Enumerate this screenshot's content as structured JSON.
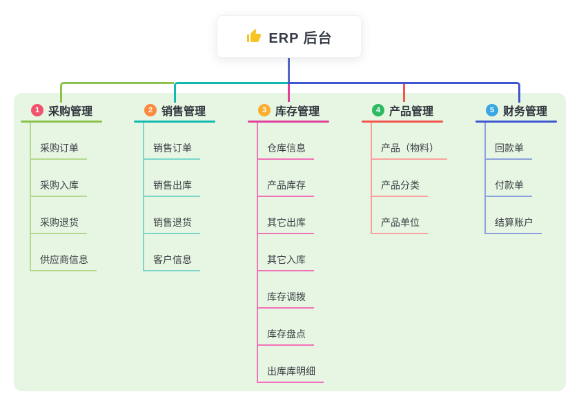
{
  "root_node": {
    "icon": "thumbs-up-icon",
    "icon_color": "#f7c325",
    "title": "ERP 后台"
  },
  "panel": {
    "background": "#e6f6e3"
  },
  "connectors": {
    "trunk_color": "#5566c6"
  },
  "branches": [
    {
      "index": "1",
      "label": "采购管理",
      "badge_color": "#f0526e",
      "line_color": "#8bc34a",
      "child_line_color": "#b4d98c",
      "children": [
        "采购订单",
        "采购入库",
        "采购退货",
        "供应商信息"
      ]
    },
    {
      "index": "2",
      "label": "销售管理",
      "badge_color": "#fb8a3e",
      "line_color": "#12b9af",
      "child_line_color": "#7cd5ca",
      "children": [
        "销售订单",
        "销售出库",
        "销售退货",
        "客户信息"
      ]
    },
    {
      "index": "3",
      "label": "库存管理",
      "badge_color": "#fbae2d",
      "line_color": "#e23e9c",
      "child_line_color": "#f172b8",
      "children": [
        "仓库信息",
        "产品库存",
        "其它出库",
        "其它入库",
        "库存调拨",
        "库存盘点",
        "出库库明细"
      ]
    },
    {
      "index": "4",
      "label": "产品管理",
      "badge_color": "#2eb962",
      "line_color": "#f4544e",
      "child_line_color": "#f9a29d",
      "children": [
        "产品（物料）",
        "产品分类",
        "产品单位"
      ]
    },
    {
      "index": "5",
      "label": "财务管理",
      "badge_color": "#3aa7e2",
      "line_color": "#3e56d0",
      "child_line_color": "#8ba2dd",
      "children": [
        "回款单",
        "付款单",
        "结算账户"
      ]
    }
  ]
}
